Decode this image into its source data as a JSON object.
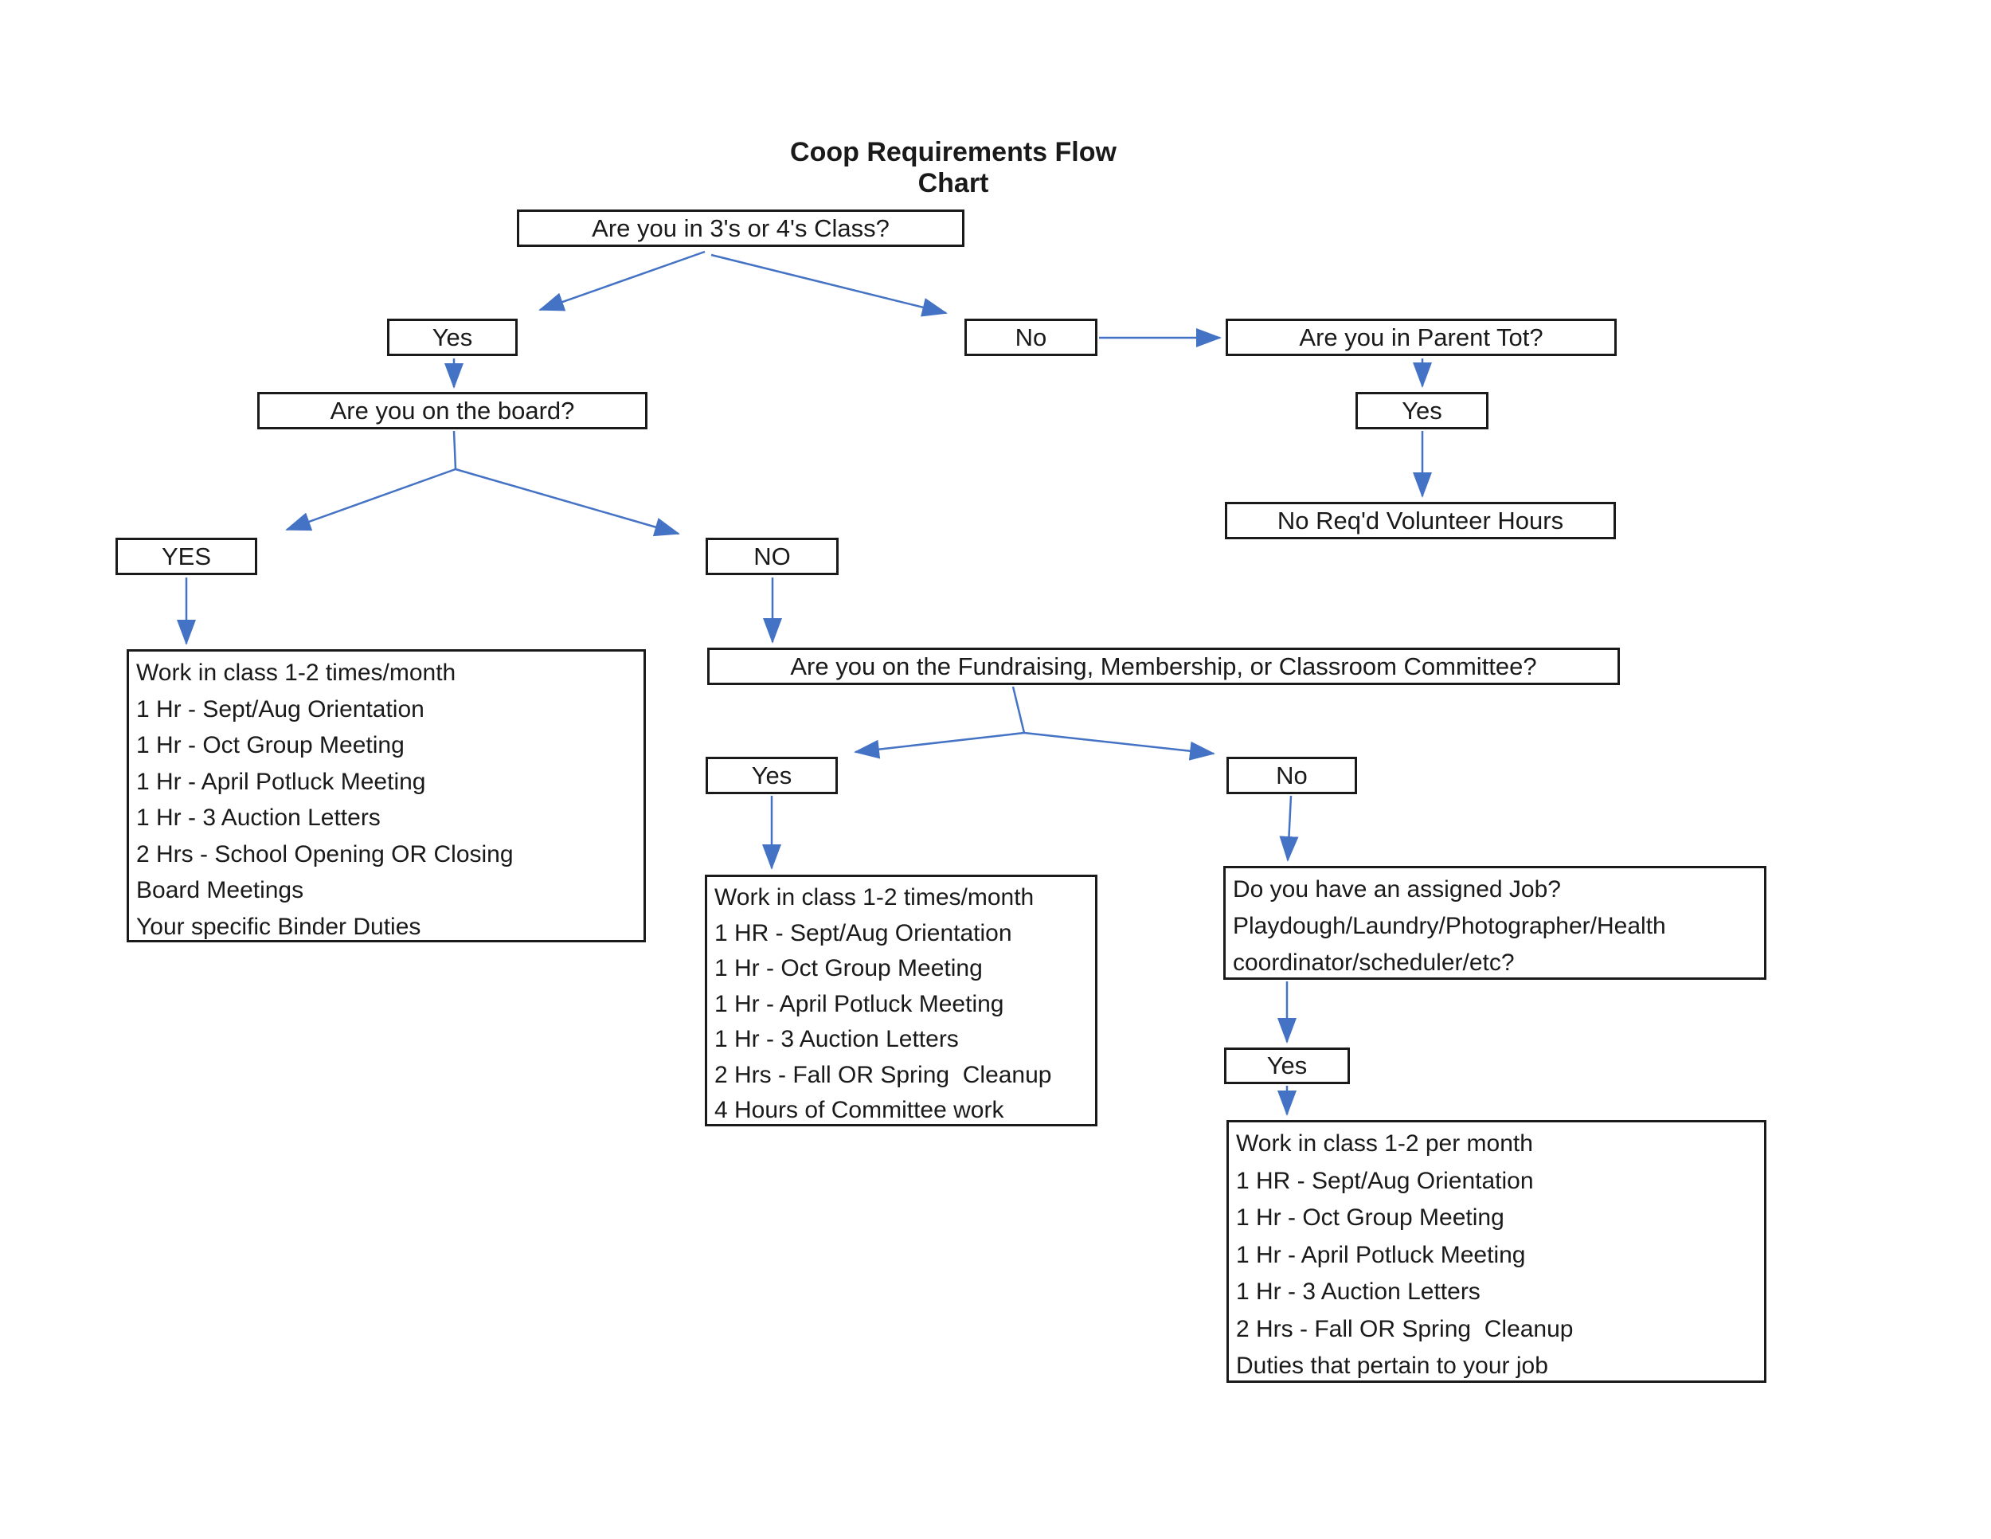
{
  "title": "Coop Requirements Flow Chart",
  "colors": {
    "arrow": "#4472C4",
    "border": "#1a1a1a",
    "text": "#1a1a1a",
    "background": "#ffffff"
  },
  "nodes": {
    "q_class": {
      "label": "Are you in 3's or 4's Class?"
    },
    "yes_class": {
      "label": "Yes"
    },
    "no_class": {
      "label": "No"
    },
    "q_board": {
      "label": "Are you on the board?"
    },
    "q_parent_tot": {
      "label": "Are you in Parent Tot?"
    },
    "yes_parent_tot": {
      "label": "Yes"
    },
    "no_hours": {
      "label": "No Req'd Volunteer Hours"
    },
    "yes_board": {
      "label": "YES"
    },
    "no_board": {
      "label": "NO"
    },
    "board_duties": {
      "lines": [
        "Work in class 1-2 times/month",
        "1 Hr - Sept/Aug Orientation",
        "1 Hr - Oct Group Meeting",
        "1 Hr - April Potluck Meeting",
        "1 Hr - 3 Auction Letters",
        "2 Hrs - School Opening OR Closing",
        "Board Meetings",
        "Your specific Binder Duties"
      ]
    },
    "q_committee": {
      "label": "Are you on the Fundraising, Membership, or Classroom Committee?"
    },
    "yes_committee": {
      "label": "Yes"
    },
    "no_committee": {
      "label": "No"
    },
    "committee_duties": {
      "lines": [
        "Work in class 1-2 times/month",
        "1 HR - Sept/Aug Orientation",
        "1 Hr - Oct Group Meeting",
        "1 Hr - April Potluck Meeting",
        "1 Hr - 3 Auction Letters",
        "2 Hrs - Fall OR Spring  Cleanup",
        "4 Hours of Committee work"
      ]
    },
    "q_job": {
      "lines": [
        "Do you have an assigned Job?",
        "Playdough/Laundry/Photographer/Health",
        "coordinator/scheduler/etc?"
      ]
    },
    "yes_job": {
      "label": "Yes"
    },
    "job_duties": {
      "lines": [
        "Work in class 1-2 per month",
        "1 HR - Sept/Aug Orientation",
        "1 Hr - Oct Group Meeting",
        "1 Hr - April Potluck Meeting",
        "1 Hr - 3 Auction Letters",
        "2 Hrs - Fall OR Spring  Cleanup",
        "Duties that pertain to your job"
      ]
    }
  }
}
